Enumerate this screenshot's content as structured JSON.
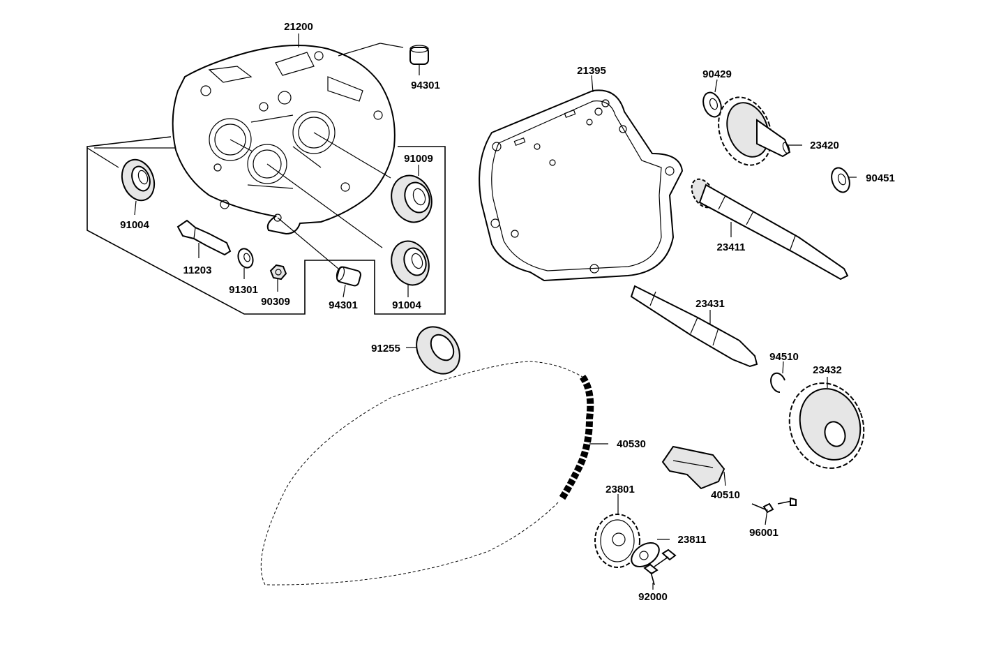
{
  "parts": {
    "p21200": "21200",
    "p94301a": "94301",
    "p91009": "91009",
    "p91004a": "91004",
    "p11203": "11203",
    "p91301": "91301",
    "p90309": "90309",
    "p94301b": "94301",
    "p91004b": "91004",
    "p91255": "91255",
    "p21395": "21395",
    "p90429": "90429",
    "p23420": "23420",
    "p90451": "90451",
    "p23411": "23411",
    "p23431": "23431",
    "p94510": "94510",
    "p23432": "23432",
    "p40530": "40530",
    "p40510": "40510",
    "p23801": "23801",
    "p23811": "23811",
    "p96001": "96001",
    "p92000": "92000"
  }
}
